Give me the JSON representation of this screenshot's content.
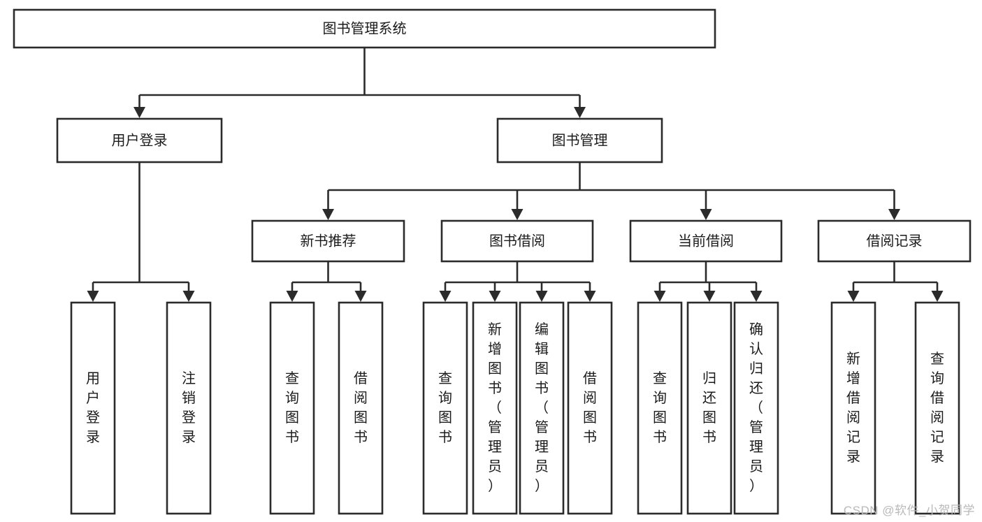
{
  "diagram": {
    "title": "图书管理系统",
    "type": "tree",
    "watermark": "CSDN @软件_小贺同学",
    "colors": {
      "box_stroke": "#2b2b2b",
      "box_fill": "#ffffff",
      "text": "#1b1b1b",
      "background": "#ffffff",
      "watermark": "#b9b9b9"
    },
    "levels": {
      "root": "图书管理系统",
      "level2": [
        "用户登录",
        "图书管理"
      ],
      "level3": [
        "新书推荐",
        "图书借阅",
        "当前借阅",
        "借阅记录"
      ]
    },
    "nodes": {
      "root": {
        "id": "root",
        "label": "图书管理系统",
        "orientation": "horizontal"
      },
      "user_login": {
        "id": "user_login",
        "label": "用户登录",
        "orientation": "horizontal"
      },
      "book_manage": {
        "id": "book_manage",
        "label": "图书管理",
        "orientation": "horizontal"
      },
      "new_book_rec": {
        "id": "new_book_rec",
        "label": "新书推荐",
        "orientation": "horizontal"
      },
      "book_borrow": {
        "id": "book_borrow",
        "label": "图书借阅",
        "orientation": "horizontal"
      },
      "current_borrow": {
        "id": "current_borrow",
        "label": "当前借阅",
        "orientation": "horizontal"
      },
      "borrow_record": {
        "id": "borrow_record",
        "label": "借阅记录",
        "orientation": "horizontal"
      },
      "leaf_user_login": {
        "id": "leaf_user_login",
        "label": "用户登录",
        "orientation": "vertical"
      },
      "leaf_logout": {
        "id": "leaf_logout",
        "label": "注销登录",
        "orientation": "vertical"
      },
      "leaf_query_book_1": {
        "id": "leaf_query_book_1",
        "label": "查询图书",
        "orientation": "vertical"
      },
      "leaf_borrow_book_1": {
        "id": "leaf_borrow_book_1",
        "label": "借阅图书",
        "orientation": "vertical"
      },
      "leaf_query_book_2": {
        "id": "leaf_query_book_2",
        "label": "查询图书",
        "orientation": "vertical"
      },
      "leaf_add_book": {
        "id": "leaf_add_book",
        "label": "新增图书（管理员）",
        "orientation": "vertical"
      },
      "leaf_edit_book": {
        "id": "leaf_edit_book",
        "label": "编辑图书（管理员）",
        "orientation": "vertical"
      },
      "leaf_borrow_book_2": {
        "id": "leaf_borrow_book_2",
        "label": "借阅图书",
        "orientation": "vertical"
      },
      "leaf_query_book_3": {
        "id": "leaf_query_book_3",
        "label": "查询图书",
        "orientation": "vertical"
      },
      "leaf_return_book": {
        "id": "leaf_return_book",
        "label": "归还图书",
        "orientation": "vertical"
      },
      "leaf_confirm_return": {
        "id": "leaf_confirm_return",
        "label": "确认归还（管理员）",
        "orientation": "vertical"
      },
      "leaf_add_record": {
        "id": "leaf_add_record",
        "label": "新增借阅记录",
        "orientation": "vertical"
      },
      "leaf_query_record": {
        "id": "leaf_query_record",
        "label": "查询借阅记录",
        "orientation": "vertical"
      }
    },
    "edges": [
      {
        "from": "root",
        "to": "user_login"
      },
      {
        "from": "root",
        "to": "book_manage"
      },
      {
        "from": "user_login",
        "to": "leaf_user_login"
      },
      {
        "from": "user_login",
        "to": "leaf_logout"
      },
      {
        "from": "book_manage",
        "to": "new_book_rec"
      },
      {
        "from": "book_manage",
        "to": "book_borrow"
      },
      {
        "from": "book_manage",
        "to": "current_borrow"
      },
      {
        "from": "book_manage",
        "to": "borrow_record"
      },
      {
        "from": "new_book_rec",
        "to": "leaf_query_book_1"
      },
      {
        "from": "new_book_rec",
        "to": "leaf_borrow_book_1"
      },
      {
        "from": "book_borrow",
        "to": "leaf_query_book_2"
      },
      {
        "from": "book_borrow",
        "to": "leaf_add_book"
      },
      {
        "from": "book_borrow",
        "to": "leaf_edit_book"
      },
      {
        "from": "book_borrow",
        "to": "leaf_borrow_book_2"
      },
      {
        "from": "current_borrow",
        "to": "leaf_query_book_3"
      },
      {
        "from": "current_borrow",
        "to": "leaf_return_book"
      },
      {
        "from": "current_borrow",
        "to": "leaf_confirm_return"
      },
      {
        "from": "borrow_record",
        "to": "leaf_add_record"
      },
      {
        "from": "borrow_record",
        "to": "leaf_query_record"
      }
    ]
  }
}
